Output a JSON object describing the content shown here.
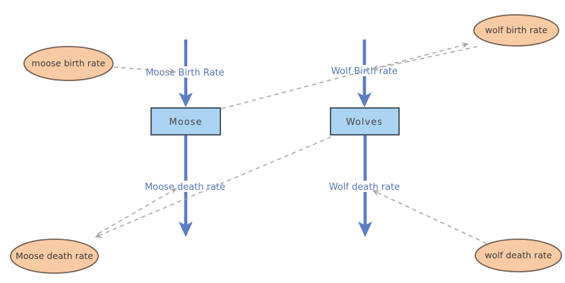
{
  "diagram": {
    "type": "stock-and-flow",
    "stocks": [
      {
        "id": "moose",
        "label": "Moose"
      },
      {
        "id": "wolves",
        "label": "Wolves"
      }
    ],
    "flows": [
      {
        "id": "moose-birth",
        "label": "Moose Birth Rate",
        "into": "Moose"
      },
      {
        "id": "wolf-birth",
        "label": "Wolf Birth rate",
        "into": "Wolves"
      },
      {
        "id": "moose-death",
        "label": "Moose death rate",
        "out_of": "Moose"
      },
      {
        "id": "wolf-death",
        "label": "Wolf death rate",
        "out_of": "Wolves"
      }
    ],
    "variables": [
      {
        "id": "moose-birth-rate",
        "label": "moose birth rate"
      },
      {
        "id": "wolf-birth-rate",
        "label": "wolf birth rate"
      },
      {
        "id": "moose-death-rate",
        "label": "Moose death rate"
      },
      {
        "id": "wolf-death-rate",
        "label": "wolf death rate"
      }
    ],
    "links": [
      {
        "from": "moose birth rate",
        "to": "Moose Birth Rate flow"
      },
      {
        "from": "Moose stock",
        "to": "wolf birth rate"
      },
      {
        "from": "wolf birth rate",
        "to": "Wolf Birth rate flow"
      },
      {
        "from": "Wolves stock",
        "to": "Moose death rate"
      },
      {
        "from": "Moose death rate",
        "to": "Moose death rate flow"
      },
      {
        "from": "wolf death rate",
        "to": "Wolf death rate flow"
      }
    ]
  },
  "colors": {
    "background": "#ffffff",
    "stock_fill": "#abd3f2",
    "stock_border": "#4b5864",
    "stock_text": "#474747",
    "variable_fill": "#f9cba4",
    "variable_border": "#75605ls3",
    "variable_border_fixed": "#756053",
    "variable_text": "#3b3b3b",
    "flow_color": "#5c7ec1",
    "flow_label_color": "#5578bc",
    "link_color": "#a9a9a9",
    "label_halo": "#ffffff"
  }
}
